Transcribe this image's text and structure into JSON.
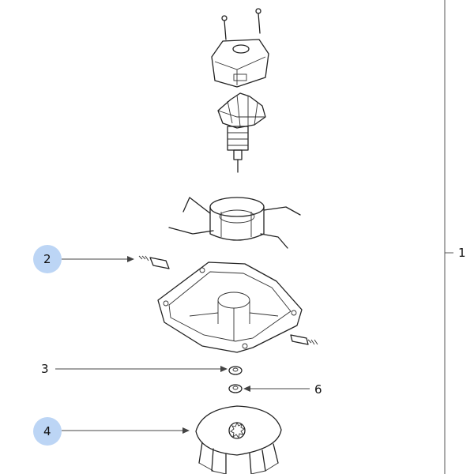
{
  "diagram": {
    "callouts": [
      {
        "number": "1",
        "highlighted": false
      },
      {
        "number": "2",
        "highlighted": true
      },
      {
        "number": "3",
        "highlighted": false
      },
      {
        "number": "4",
        "highlighted": true
      },
      {
        "number": "6",
        "highlighted": false
      }
    ],
    "highlight_color": "#bcd5f5",
    "line_color": "#444444"
  }
}
